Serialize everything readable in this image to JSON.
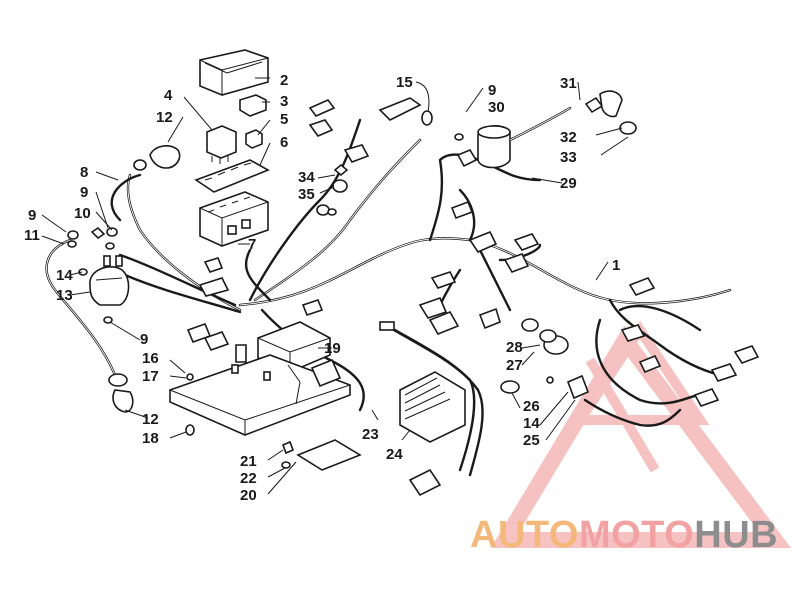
{
  "diagram": {
    "callouts": [
      "1",
      "2",
      "3",
      "4",
      "5",
      "6",
      "7",
      "8",
      "9",
      "9",
      "9",
      "9",
      "10",
      "11",
      "12",
      "12",
      "13",
      "14",
      "14",
      "15",
      "16",
      "17",
      "18",
      "19",
      "20",
      "21",
      "22",
      "23",
      "24",
      "25",
      "26",
      "27",
      "28",
      "29",
      "30",
      "31",
      "32",
      "33",
      "34",
      "35"
    ]
  },
  "watermark": {
    "part1": "AUTO",
    "part2": "MOTO",
    "part3": "HUB",
    "colors": {
      "orange": "#f3b87a",
      "pink": "#f2a2a2",
      "grey": "#8d8d8d",
      "triangle": "#f0a0a0"
    }
  }
}
